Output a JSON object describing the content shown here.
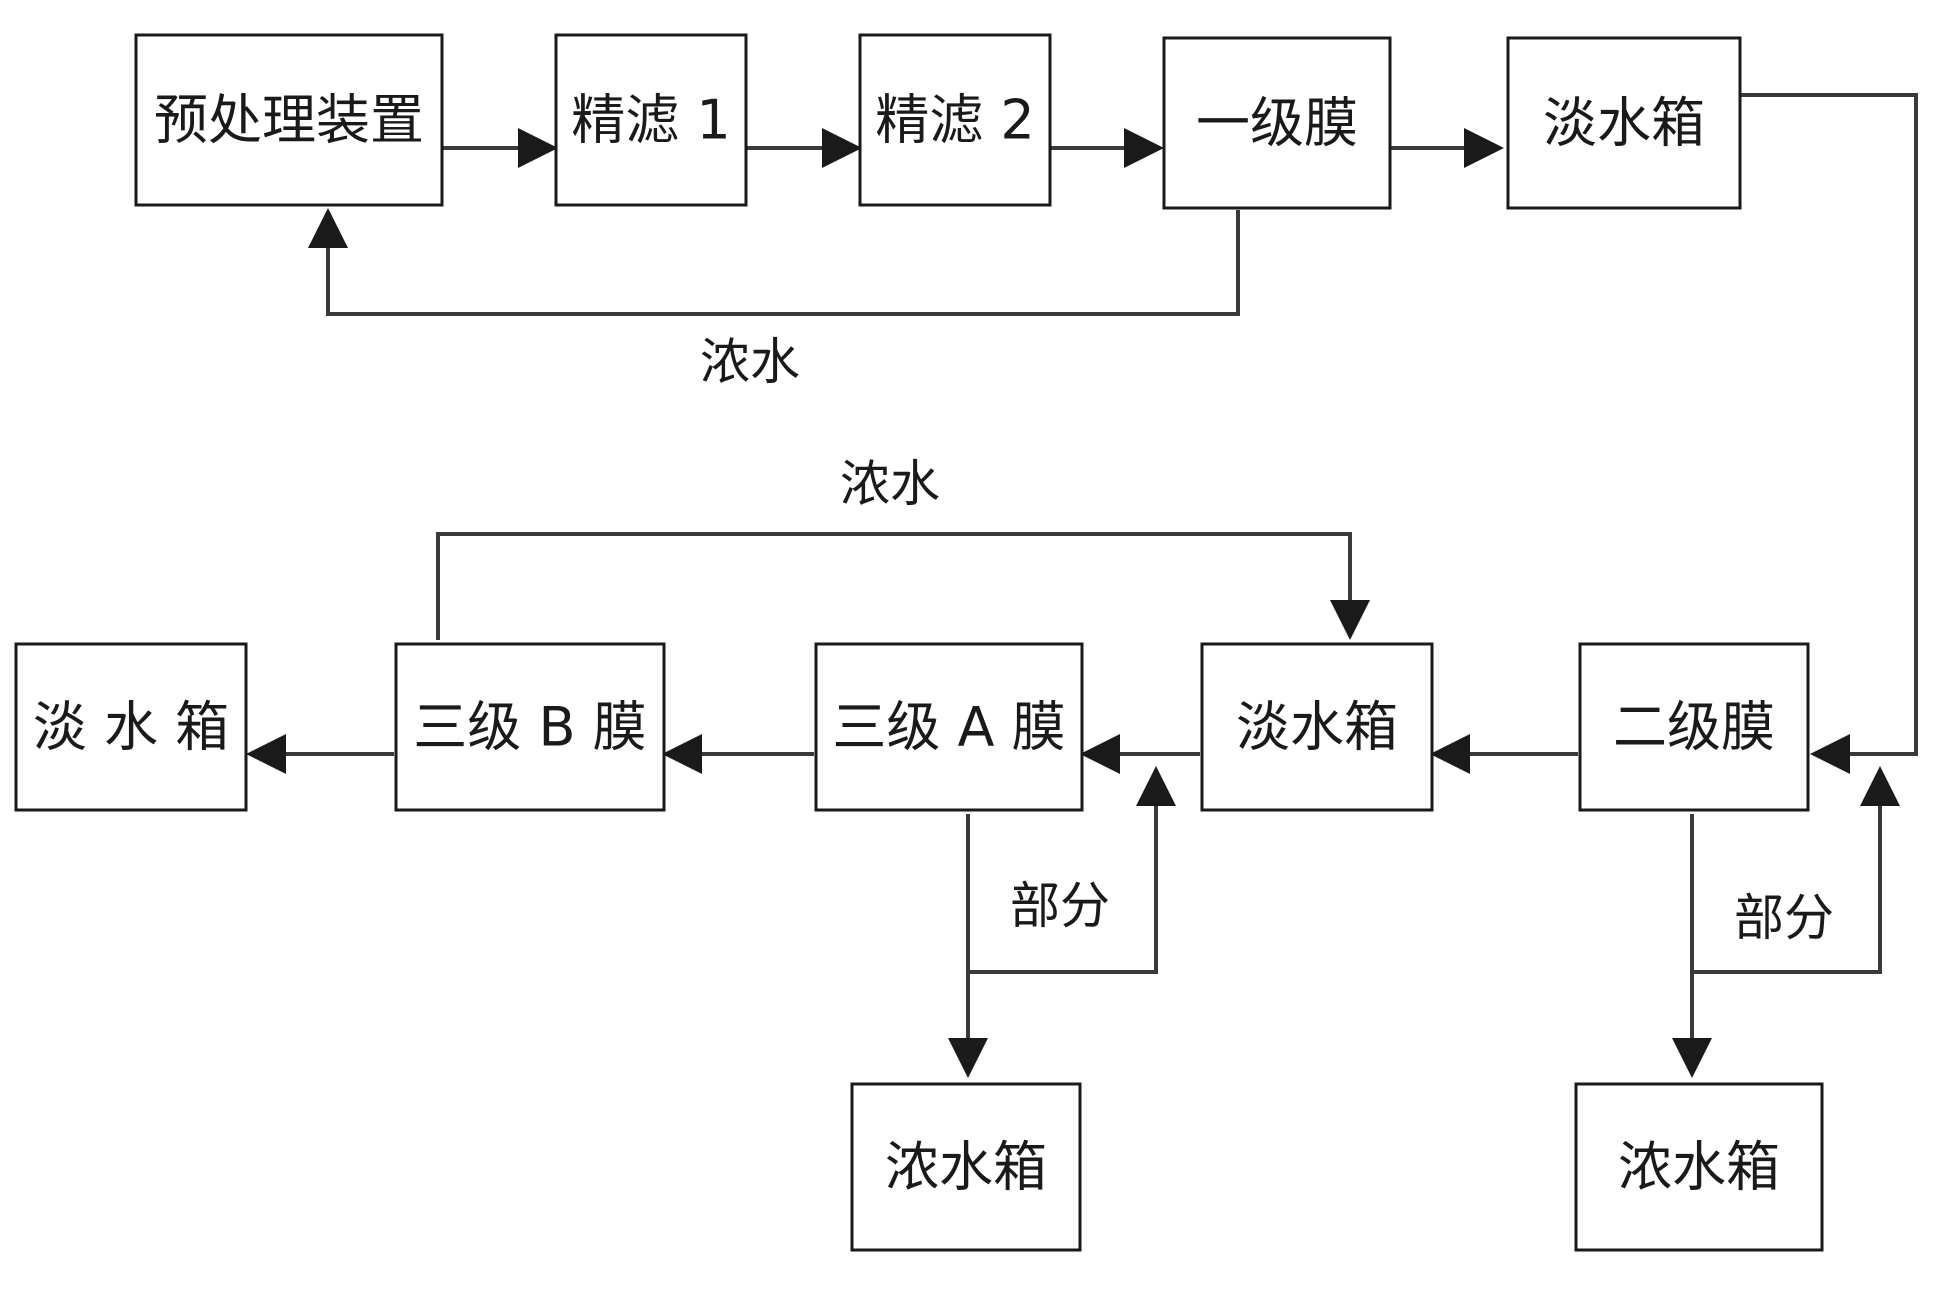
{
  "diagram": {
    "nodes": {
      "pretreatment": "预处理装置",
      "fine_filter_1": "精滤 1",
      "fine_filter_2": "精滤 2",
      "primary_membrane": "一级膜",
      "fresh_tank_1": "淡水箱",
      "secondary_membrane": "二级膜",
      "fresh_tank_2": "淡水箱",
      "tertiary_a_membrane": "三级 A 膜",
      "tertiary_b_membrane": "三级 B 膜",
      "fresh_tank_final": "淡 水 箱",
      "concentrate_tank_1": "浓水箱",
      "concentrate_tank_2": "浓水箱"
    },
    "edge_labels": {
      "primary_concentrate": "浓水",
      "tertiary_b_concentrate": "浓水",
      "tertiary_a_partial": "部分",
      "secondary_partial": "部分"
    }
  },
  "colors": {
    "line": "#3a3a3a",
    "text": "#1a1a1a",
    "background": "#ffffff"
  }
}
